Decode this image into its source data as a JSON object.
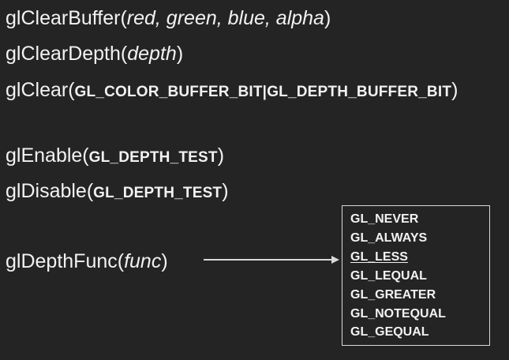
{
  "lines": [
    {
      "fn": "glClearBuffer(",
      "arg": "red, green, blue, alpha",
      "close": ")"
    },
    {
      "fn": "glClearDepth(",
      "arg": "depth",
      "close": ")"
    },
    {
      "fn": "glClear(",
      "arg": "GL_COLOR_BUFFER_BIT|GL_DEPTH_BUFFER_BIT",
      "close": ")"
    },
    {
      "fn": "glEnable(",
      "arg": "GL_DEPTH_TEST",
      "close": ")"
    },
    {
      "fn": "glDisable(",
      "arg": "GL_DEPTH_TEST",
      "close": ")"
    },
    {
      "fn": "glDepthFunc(",
      "arg": "func",
      "close": ")"
    }
  ],
  "depth_func_options": {
    "items": [
      "GL_NEVER",
      "GL_ALWAYS",
      "GL_LESS",
      "GL_LEQUAL",
      "GL_GREATER",
      "GL_NOTEQUAL",
      "GL_GEQUAL"
    ],
    "underlined": "GL_LESS"
  },
  "colors": {
    "background": "#242424",
    "text": "#f2f2f2",
    "box_border": "#d9d9d9"
  }
}
